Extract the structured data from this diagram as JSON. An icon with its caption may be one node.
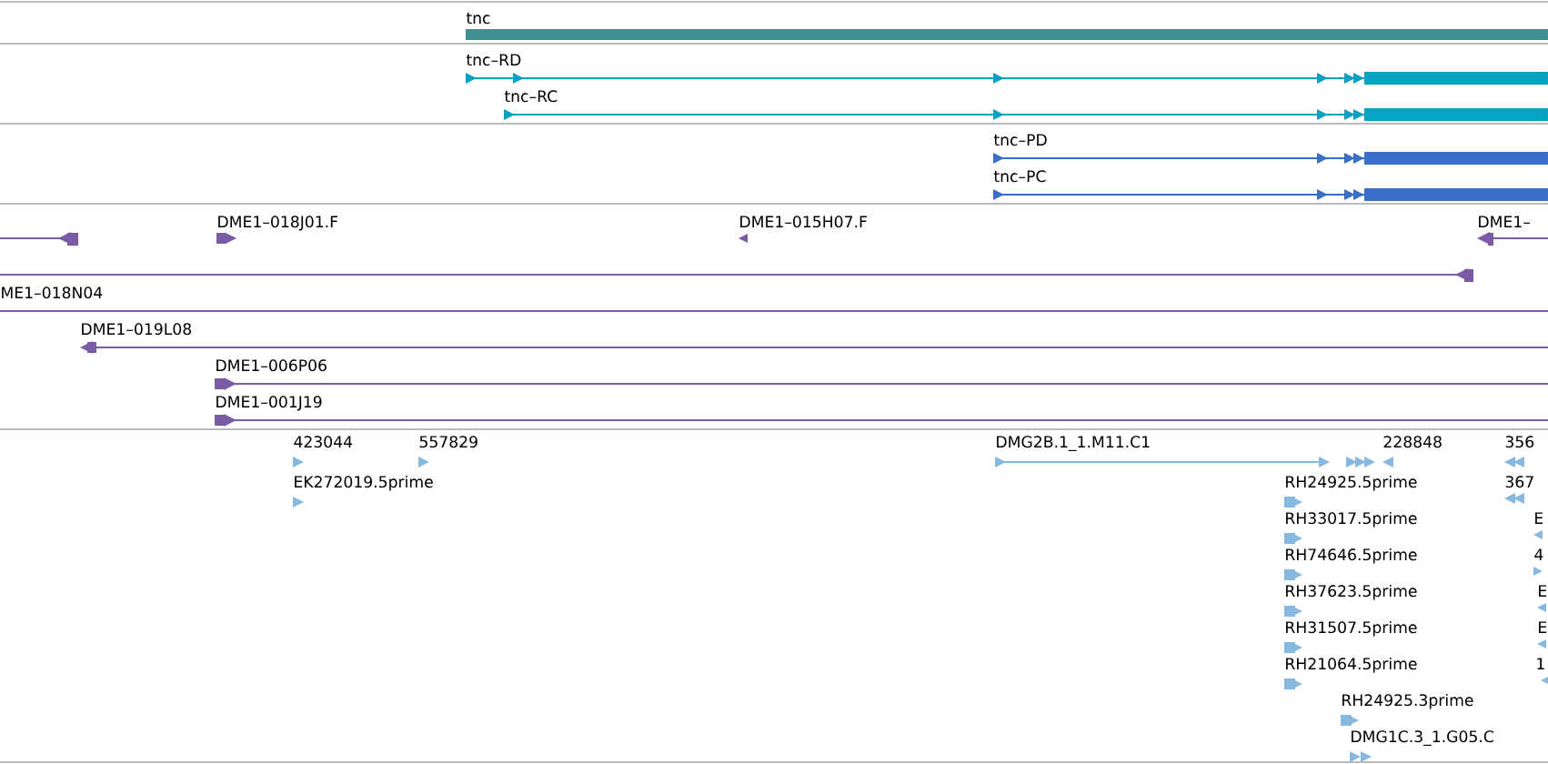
{
  "diagram": {
    "labels": [
      "tnc",
      "tnc–RD",
      "tnc–RC",
      "tnc–PD",
      "tnc–PC",
      "DME1–018J01.F",
      "DME1–015H07.F",
      "DME1–",
      "ME1–018N04",
      "DME1–019L08",
      "DME1–006P06",
      "DME1–001J19",
      "423044",
      "557829",
      "DMG2B.1_1.M11.C1",
      "228848",
      "356",
      "EK272019.5prime",
      "RH24925.5prime",
      "367",
      "RH33017.5prime",
      "E",
      "RH74646.5prime",
      "4",
      "RH37623.5prime",
      "E",
      "RH31507.5prime",
      "E",
      "RH21064.5prime",
      "1",
      "RH24925.3prime",
      "DMG1C.3_1.G05.C"
    ]
  }
}
